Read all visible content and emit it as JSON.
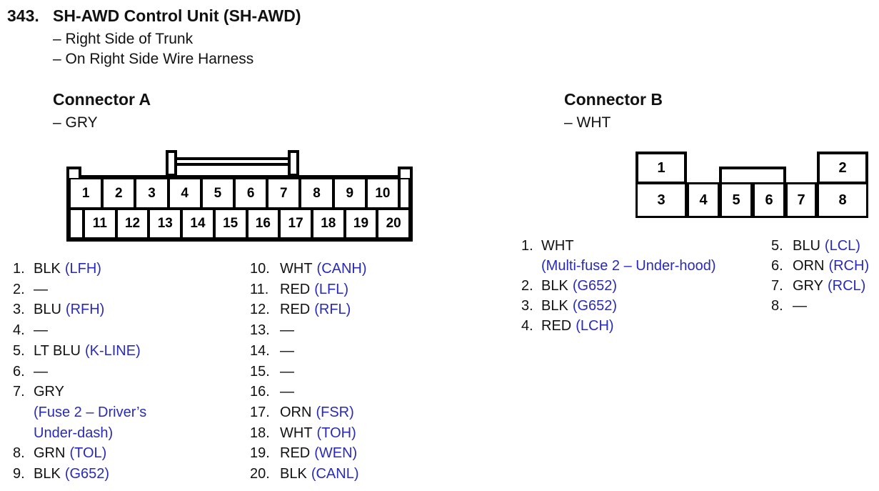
{
  "page": {
    "item_number": "343.",
    "title": "SH-AWD Control Unit (SH-AWD)",
    "location_line_1": "– Right Side of Trunk",
    "location_line_2": "– On Right Side Wire Harness"
  },
  "colors": {
    "signal_blue": "#2a2ab8",
    "line_black": "#000000",
    "background": "#ffffff"
  },
  "connector_a": {
    "title": "Connector A",
    "housing_color": "– GRY",
    "diagram_pins_top": [
      "1",
      "2",
      "3",
      "4",
      "5",
      "6",
      "7",
      "8",
      "9",
      "10"
    ],
    "diagram_pins_bottom": [
      "11",
      "12",
      "13",
      "14",
      "15",
      "16",
      "17",
      "18",
      "19",
      "20"
    ],
    "pin_list_left": [
      {
        "num": "1.",
        "wire": "BLK",
        "signal": "(LFH)"
      },
      {
        "num": "2.",
        "wire": "—",
        "signal": ""
      },
      {
        "num": "3.",
        "wire": "BLU",
        "signal": "(RFH)"
      },
      {
        "num": "4.",
        "wire": "—",
        "signal": ""
      },
      {
        "num": "5.",
        "wire": "LT BLU",
        "signal": "(K-LINE)"
      },
      {
        "num": "6.",
        "wire": "—",
        "signal": ""
      },
      {
        "num": "7.",
        "wire": "GRY",
        "signal": "",
        "signal_lines": [
          "(Fuse 2 – Driver’s",
          "Under-dash)"
        ]
      },
      {
        "num": "8.",
        "wire": "GRN",
        "signal": "(TOL)"
      },
      {
        "num": "9.",
        "wire": "BLK",
        "signal": "(G652)"
      }
    ],
    "pin_list_right": [
      {
        "num": "10.",
        "wire": "WHT",
        "signal": "(CANH)"
      },
      {
        "num": "11.",
        "wire": "RED",
        "signal": "(LFL)"
      },
      {
        "num": "12.",
        "wire": "RED",
        "signal": "(RFL)"
      },
      {
        "num": "13.",
        "wire": "—",
        "signal": ""
      },
      {
        "num": "14.",
        "wire": "—",
        "signal": ""
      },
      {
        "num": "15.",
        "wire": "—",
        "signal": ""
      },
      {
        "num": "16.",
        "wire": "—",
        "signal": ""
      },
      {
        "num": "17.",
        "wire": "ORN",
        "signal": "(FSR)"
      },
      {
        "num": "18.",
        "wire": "WHT",
        "signal": "(TOH)"
      },
      {
        "num": "19.",
        "wire": "RED",
        "signal": "(WEN)"
      },
      {
        "num": "20.",
        "wire": "BLK",
        "signal": "(CANL)"
      }
    ]
  },
  "connector_b": {
    "title": "Connector B",
    "housing_color": "– WHT",
    "diagram_pins_top": [
      "1",
      "2"
    ],
    "diagram_pins_bottom": [
      "3",
      "4",
      "5",
      "6",
      "7",
      "8"
    ],
    "pin_list_left": [
      {
        "num": "1.",
        "wire": "WHT",
        "signal": "",
        "signal_lines": [
          "(Multi-fuse 2 – Under-hood)"
        ]
      },
      {
        "num": "2.",
        "wire": "BLK",
        "signal": "(G652)"
      },
      {
        "num": "3.",
        "wire": "BLK",
        "signal": "(G652)"
      },
      {
        "num": "4.",
        "wire": "RED",
        "signal": "(LCH)"
      }
    ],
    "pin_list_right": [
      {
        "num": "5.",
        "wire": "BLU",
        "signal": "(LCL)"
      },
      {
        "num": "6.",
        "wire": "ORN",
        "signal": "(RCH)"
      },
      {
        "num": "7.",
        "wire": "GRY",
        "signal": "(RCL)"
      },
      {
        "num": "8.",
        "wire": "—",
        "signal": ""
      }
    ]
  }
}
